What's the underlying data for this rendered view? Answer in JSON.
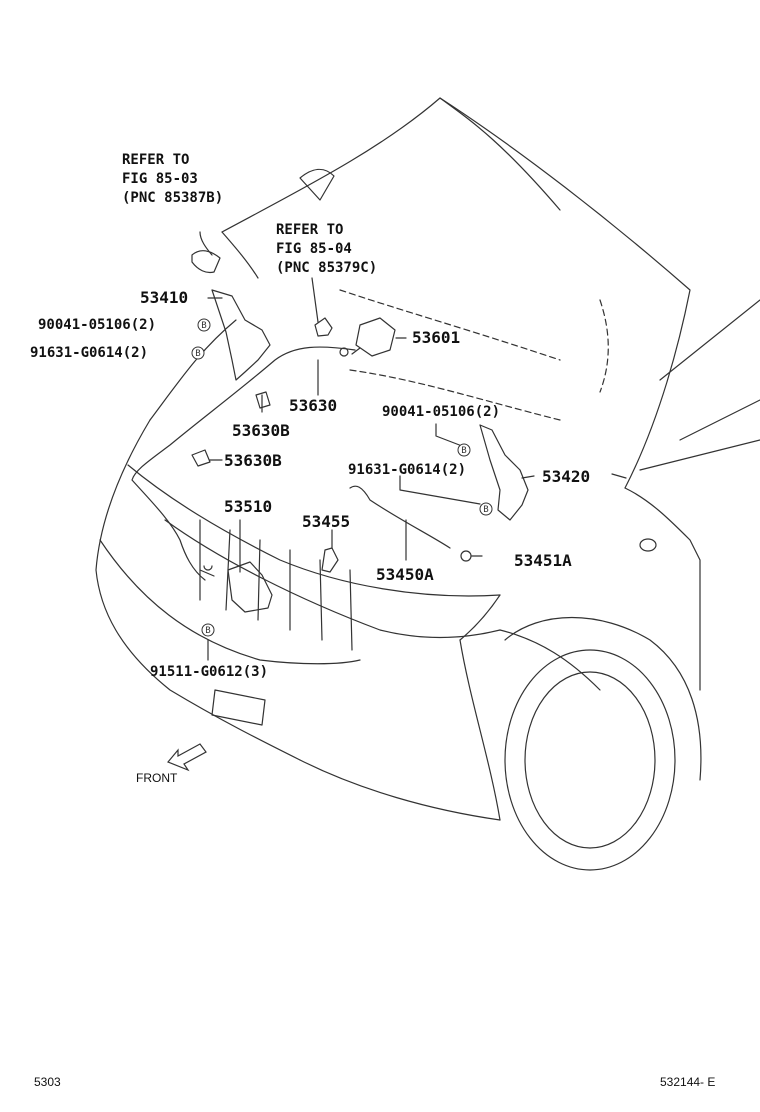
{
  "references": [
    {
      "line1": "REFER TO",
      "line2": "FIG 85-03",
      "line3": "(PNC 85387B)"
    },
    {
      "line1": "REFER TO",
      "line2": "FIG 85-04",
      "line3": "(PNC 85379C)"
    }
  ],
  "parts": {
    "p53410": "53410",
    "p53601": "53601",
    "p53630": "53630",
    "p53630b_1": "53630B",
    "p53630b_2": "53630B",
    "p53420": "53420",
    "p53510": "53510",
    "p53455": "53455",
    "p53450a": "53450A",
    "p53451a": "53451A"
  },
  "fasteners": {
    "f1": "90041-05106(2)",
    "f2": "91631-G0614(2)",
    "f3": "90041-05106(2)",
    "f4": "91631-G0614(2)",
    "f5": "91511-G0612(3)"
  },
  "marker": "B",
  "front_label": "FRONT",
  "footer": {
    "left": "5303",
    "right": "532144- E"
  }
}
